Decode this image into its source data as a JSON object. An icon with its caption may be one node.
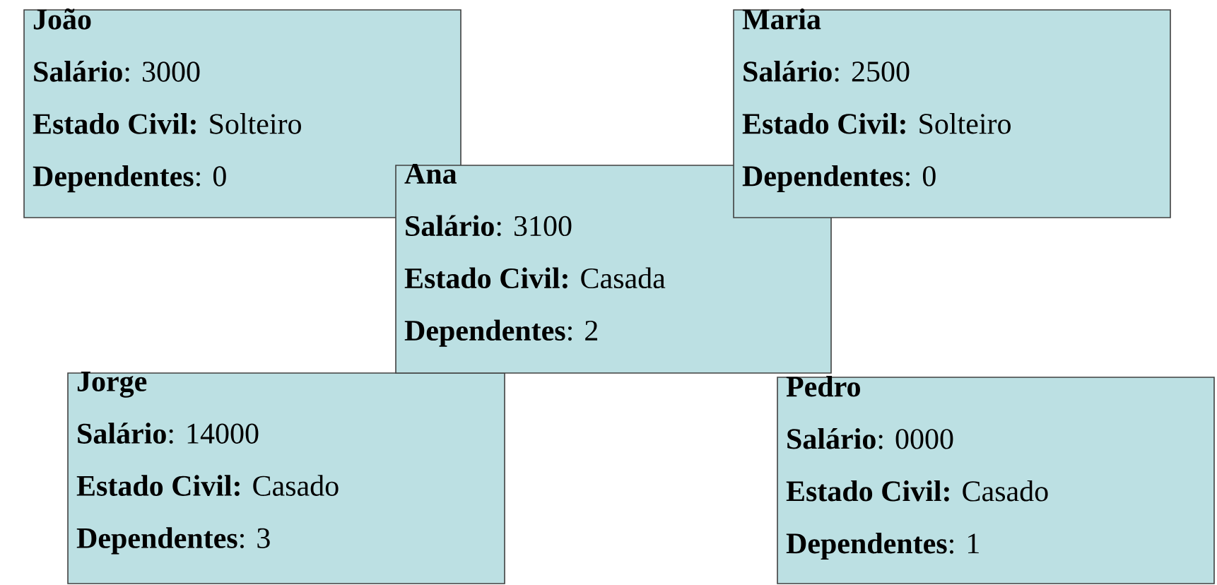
{
  "diagram": {
    "nodes": [
      {
        "text": [
          "João",
          "**Salário**: 3000",
          "**Estado Civil:** Solteiro",
          "**Dependentes**: 0"
        ]
      },
      {
        "text": [
          "Maria",
          "**Salário**: 2500",
          "**Estado Civil:** Solteiro",
          "**Dependentes**: 0"
        ]
      },
      {
        "text": [
          "Ana",
          "**Salário**: 3100",
          "**Estado Civil:** Casada",
          "**Dependentes**: 2"
        ]
      },
      {
        "text": [
          "Jorge",
          "**Salário**: 14000",
          "**Estado Civil:** Casado",
          "**Dependentes**: 3"
        ]
      },
      {
        "text": [
          "Pedro",
          "**Salário**: 0000",
          "**Estado Civil:** Casado",
          "**Dependentes**: 1"
        ]
      }
    ]
  }
}
